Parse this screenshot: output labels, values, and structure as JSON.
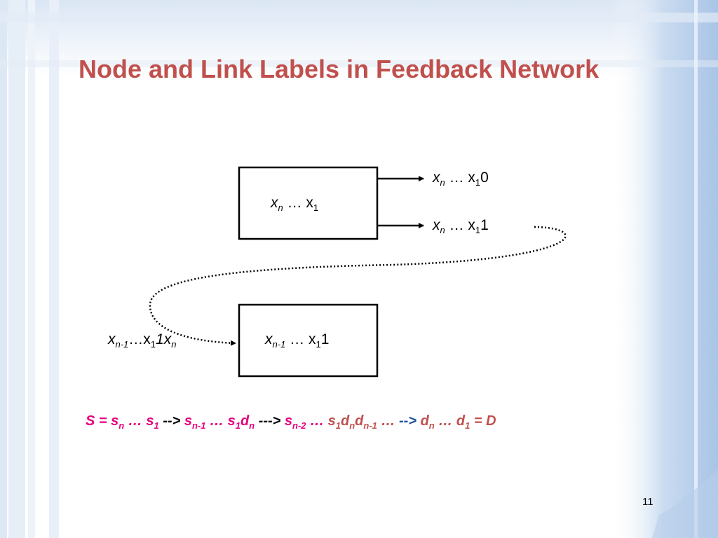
{
  "slide": {
    "title": "Node and Link Labels in Feedback Network",
    "page_number": "11"
  },
  "diagram": {
    "top_node": {
      "label": [
        "x",
        "n",
        " … x",
        "1",
        ""
      ]
    },
    "out_link_0": {
      "label": [
        "x",
        "n",
        " … x",
        "1",
        "0"
      ]
    },
    "out_link_1": {
      "label": [
        "x",
        "n",
        " … x",
        "1",
        "1"
      ]
    },
    "bottom_node": {
      "label": [
        "x",
        "n-1",
        " … x",
        "1",
        "1"
      ]
    },
    "in_link": {
      "label": [
        "x",
        "n-1",
        "…x",
        "1",
        "1x",
        "n"
      ]
    }
  },
  "formula": {
    "parts": [
      "S = s",
      "n",
      " … s",
      "1",
      " --> ",
      "s",
      "n-1",
      " … s",
      "1",
      "d",
      "n",
      " ---> ",
      "s",
      "n-2",
      " … ",
      "s",
      "1",
      "d",
      "n",
      "d",
      "n-1",
      " … ",
      "--> ",
      "d",
      "n",
      " … d",
      "1",
      " = D"
    ]
  },
  "colors": {
    "title": "#c0504d",
    "formula_pink": "#e5007e",
    "formula_brown": "#c0504d",
    "formula_blue": "#1f4e9c",
    "background_accent": "#c6d9f1"
  }
}
